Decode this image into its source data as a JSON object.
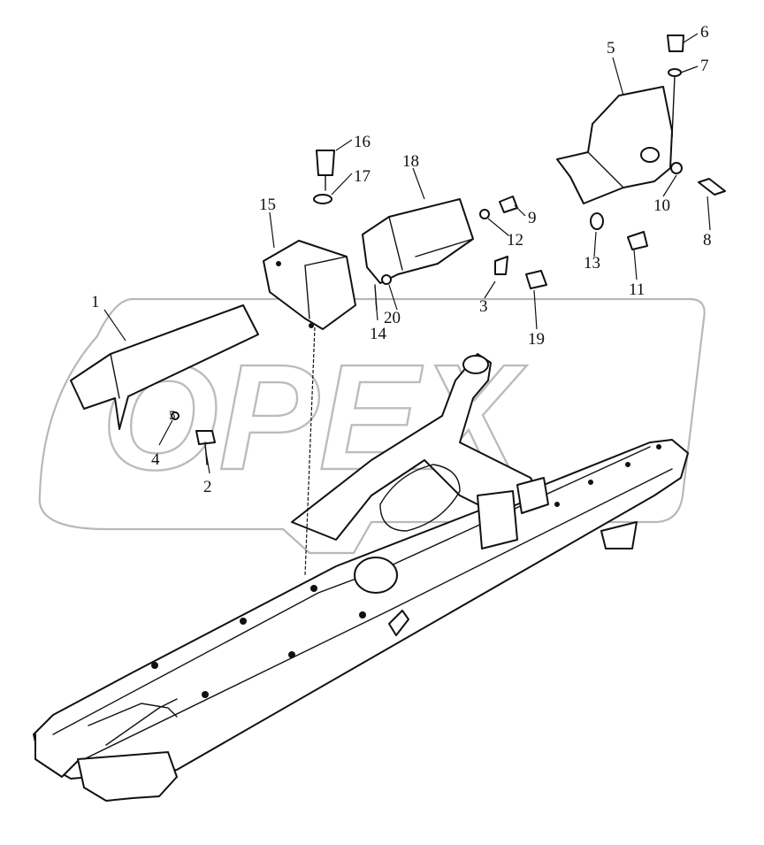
{
  "diagram": {
    "watermark": "OPEX",
    "callouts": [
      {
        "id": "1",
        "label": "1"
      },
      {
        "id": "2",
        "label": "2"
      },
      {
        "id": "3",
        "label": "3"
      },
      {
        "id": "4",
        "label": "4"
      },
      {
        "id": "5a",
        "label": "5"
      },
      {
        "id": "5b",
        "label": "5"
      },
      {
        "id": "6",
        "label": "6"
      },
      {
        "id": "7",
        "label": "7"
      },
      {
        "id": "8",
        "label": "8"
      },
      {
        "id": "9",
        "label": "9"
      },
      {
        "id": "10",
        "label": "10"
      },
      {
        "id": "11",
        "label": "11"
      },
      {
        "id": "12",
        "label": "12"
      },
      {
        "id": "13",
        "label": "13"
      },
      {
        "id": "14",
        "label": "14"
      },
      {
        "id": "15",
        "label": "15"
      },
      {
        "id": "16",
        "label": "16"
      },
      {
        "id": "17",
        "label": "17"
      },
      {
        "id": "18",
        "label": "18"
      },
      {
        "id": "19",
        "label": "19"
      },
      {
        "id": "20",
        "label": "20"
      }
    ]
  }
}
